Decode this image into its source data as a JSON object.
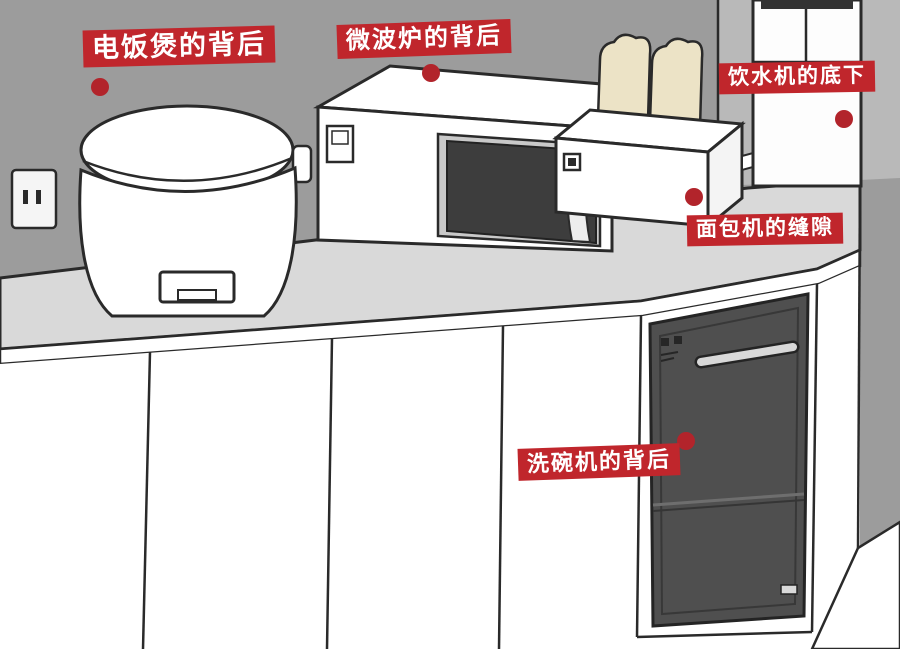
{
  "scene": {
    "description": "Cartoon kitchen illustration with red markers showing hiding spots behind and under appliances"
  },
  "labels": [
    {
      "id": "rice-cooker",
      "text": "电饭煲的背后"
    },
    {
      "id": "microwave",
      "text": "微波炉的背后"
    },
    {
      "id": "water-dispenser",
      "text": "饮水机的底下"
    },
    {
      "id": "toaster",
      "text": "面包机的缝隙"
    },
    {
      "id": "dishwasher",
      "text": "洗碗机的背后"
    }
  ],
  "colors": {
    "label_bg": "#c0262c",
    "label_text": "#ffffff",
    "marker": "#b2242b",
    "wall": "#9c9c9c",
    "wall_light": "#b9b9b9",
    "countertop": "#d9d9d9",
    "cabinet": "#ffffff",
    "outline": "#2a2a2a",
    "dishwasher_panel": "#4f4f4f",
    "microwave_window": "#3d3d3d",
    "bread": "#ece3c6"
  }
}
